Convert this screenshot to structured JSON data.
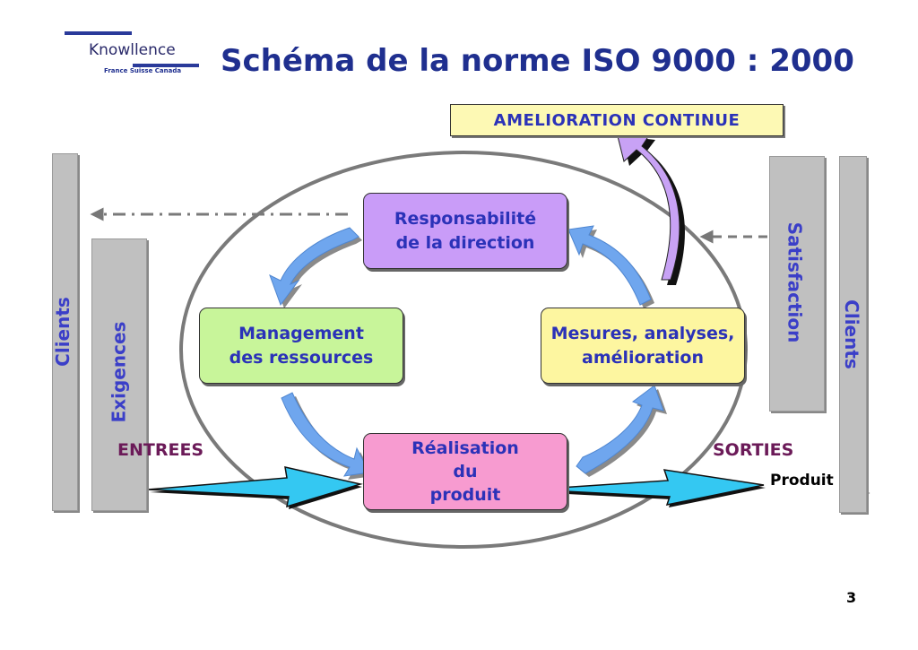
{
  "logo": {
    "name": "Knowllence",
    "subtitle": "France  Suisse  Canada"
  },
  "title": "Schéma de la norme ISO 9000 : 2000",
  "amelioration": "AMELIORATION CONTINUE",
  "left": {
    "clients": "Clients",
    "exigences": "Exigences",
    "entrees": "ENTREES"
  },
  "right": {
    "satisfaction": "Satisfaction",
    "clients": "Clients",
    "sorties": "SORTIES",
    "produit": "Produit"
  },
  "boxes": {
    "responsabilite": {
      "line1": "Responsabilité",
      "line2": "de la direction"
    },
    "management": {
      "line1": "Management",
      "line2": "des ressources"
    },
    "mesures": {
      "line1": "Mesures, analyses,",
      "line2": "amélioration"
    },
    "realisation": {
      "line1": "Réalisation",
      "line2": "du",
      "line3": "produit"
    }
  },
  "colors": {
    "title": "#1f2f8f",
    "responsabilite": "#c99cf8",
    "management": "#c8f59a",
    "mesures": "#fdf6a0",
    "realisation": "#f79bd0",
    "cycle_arrow": "#6fa6ee",
    "io_arrow": "#34c8f2",
    "improvement_arrow": "#c8a2f5"
  },
  "page_number": "3"
}
